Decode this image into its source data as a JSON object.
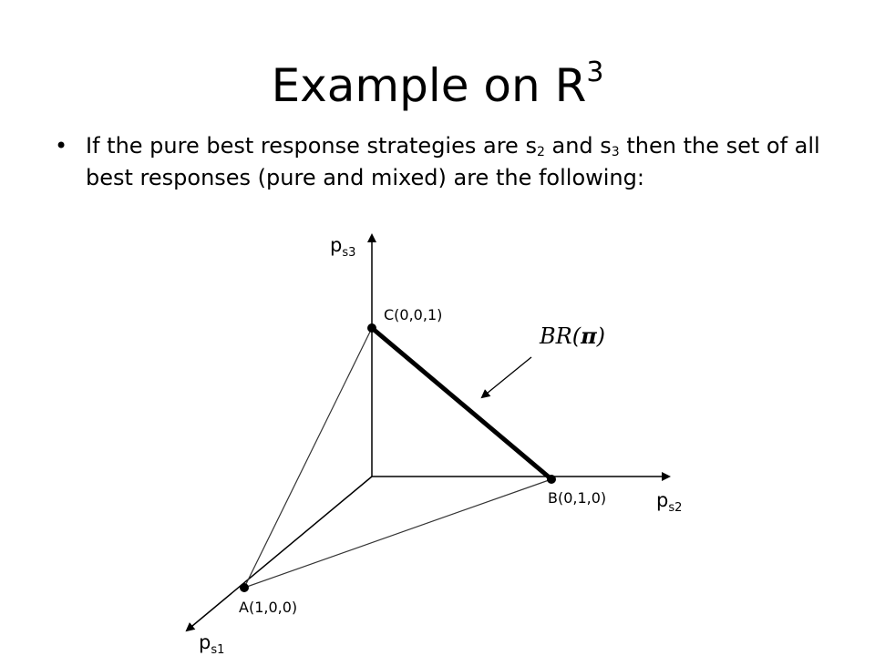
{
  "slide": {
    "title_main": "Example on R",
    "title_sup": "3",
    "bullet": {
      "marker": "•",
      "part1": "If the pure best response strategies are s",
      "sub1": "2",
      "part2": " and s",
      "sub2": "3",
      "part3": " then the set of all best responses (pure and mixed) are the following:"
    }
  },
  "diagram": {
    "axes": {
      "p_s3": {
        "main": "p",
        "sub": "s3"
      },
      "p_s2": {
        "main": "p",
        "sub": "s2"
      },
      "p_s1": {
        "main": "p",
        "sub": "s1"
      }
    },
    "points": {
      "C": "C(0,0,1)",
      "B": "B(0,1,0)",
      "A": "A(1,0,0)"
    },
    "br_label": {
      "prefix": "BR(",
      "symbol": "π",
      "suffix": ")"
    },
    "colors": {
      "line": "#000000",
      "thin_line": "#333333",
      "background": "#ffffff"
    }
  }
}
